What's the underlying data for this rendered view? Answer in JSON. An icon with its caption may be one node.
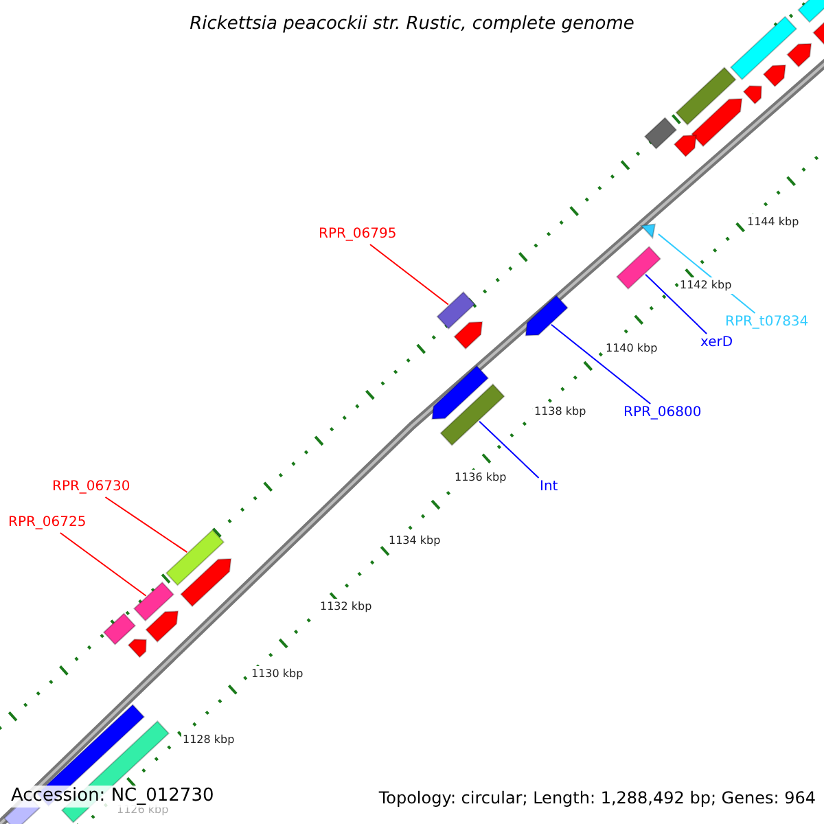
{
  "diagram": {
    "title": "Rickettsia peacockii str. Rustic, complete genome",
    "nodes": [
      {
        "text": [
          "RPR_06725"
        ]
      },
      {
        "text": [],
        "shape": "bar"
      },
      {
        "text": [
          "RPR_06730"
        ]
      },
      {
        "text": [],
        "shape": "bar"
      },
      {
        "text": [
          "RPR_06795"
        ]
      },
      {
        "text": [],
        "shape": "bar"
      },
      {
        "text": [
          "Int"
        ]
      },
      {
        "text": [],
        "shape": "bar"
      },
      {
        "text": [
          "RPR_06800"
        ]
      },
      {
        "text": [],
        "shape": "arrow"
      },
      {
        "text": [
          "xerD"
        ]
      },
      {
        "text": [],
        "shape": "bar"
      },
      {
        "text": [
          "RPR_t07834"
        ]
      },
      {
        "text": [],
        "shape": "triangle"
      },
      {
        "text": [],
        "shape": "bar"
      },
      {
        "text": [],
        "shape": "bar"
      },
      {
        "text": [],
        "shape": "arrow"
      },
      {
        "text": [],
        "shape": "arrow"
      },
      {
        "text": [],
        "shape": "arrow"
      },
      {
        "text": [],
        "shape": "arrow"
      },
      {
        "text": [],
        "shape": "bar"
      },
      {
        "text": [],
        "shape": "bar"
      },
      {
        "text": [],
        "shape": "arrow"
      },
      {
        "text": [],
        "shape": "arrow"
      },
      {
        "text": [],
        "shape": "arrow"
      },
      {
        "text": [],
        "shape": "arrow"
      },
      {
        "text": [],
        "shape": "arrow"
      },
      {
        "text": [],
        "shape": "bar"
      },
      {
        "text": [],
        "shape": "arrow"
      },
      {
        "text": [],
        "shape": "arrow"
      },
      {
        "text": [],
        "shape": "bar"
      },
      {
        "text": [],
        "shape": "bar"
      },
      {
        "text": [],
        "shape": "bar"
      }
    ],
    "edges": [
      {
        "from": 0,
        "to": 1,
        "arrow": "none",
        "color": "#ff0000"
      },
      {
        "from": 2,
        "to": 3,
        "arrow": "none",
        "color": "#ff0000"
      },
      {
        "from": 4,
        "to": 5,
        "arrow": "none",
        "color": "#ff0000"
      },
      {
        "from": 6,
        "to": 7,
        "arrow": "none",
        "color": "#0000ff"
      },
      {
        "from": 8,
        "to": 9,
        "arrow": "none",
        "color": "#0000ff"
      },
      {
        "from": 10,
        "to": 11,
        "arrow": "none",
        "color": "#0000ff"
      },
      {
        "from": 12,
        "to": 13,
        "arrow": "none",
        "color": "#33ccff"
      }
    ],
    "labels": [
      "1144 kbp",
      "1142 kbp",
      "1140 kbp",
      "1138 kbp",
      "1136 kbp",
      "1134 kbp",
      "1132 kbp",
      "1130 kbp",
      "1128 kbp",
      "1126 kbp",
      "Accession: NC_012730",
      "Topology: circular; Length: 1,288,492 bp; Genes: 964"
    ]
  }
}
